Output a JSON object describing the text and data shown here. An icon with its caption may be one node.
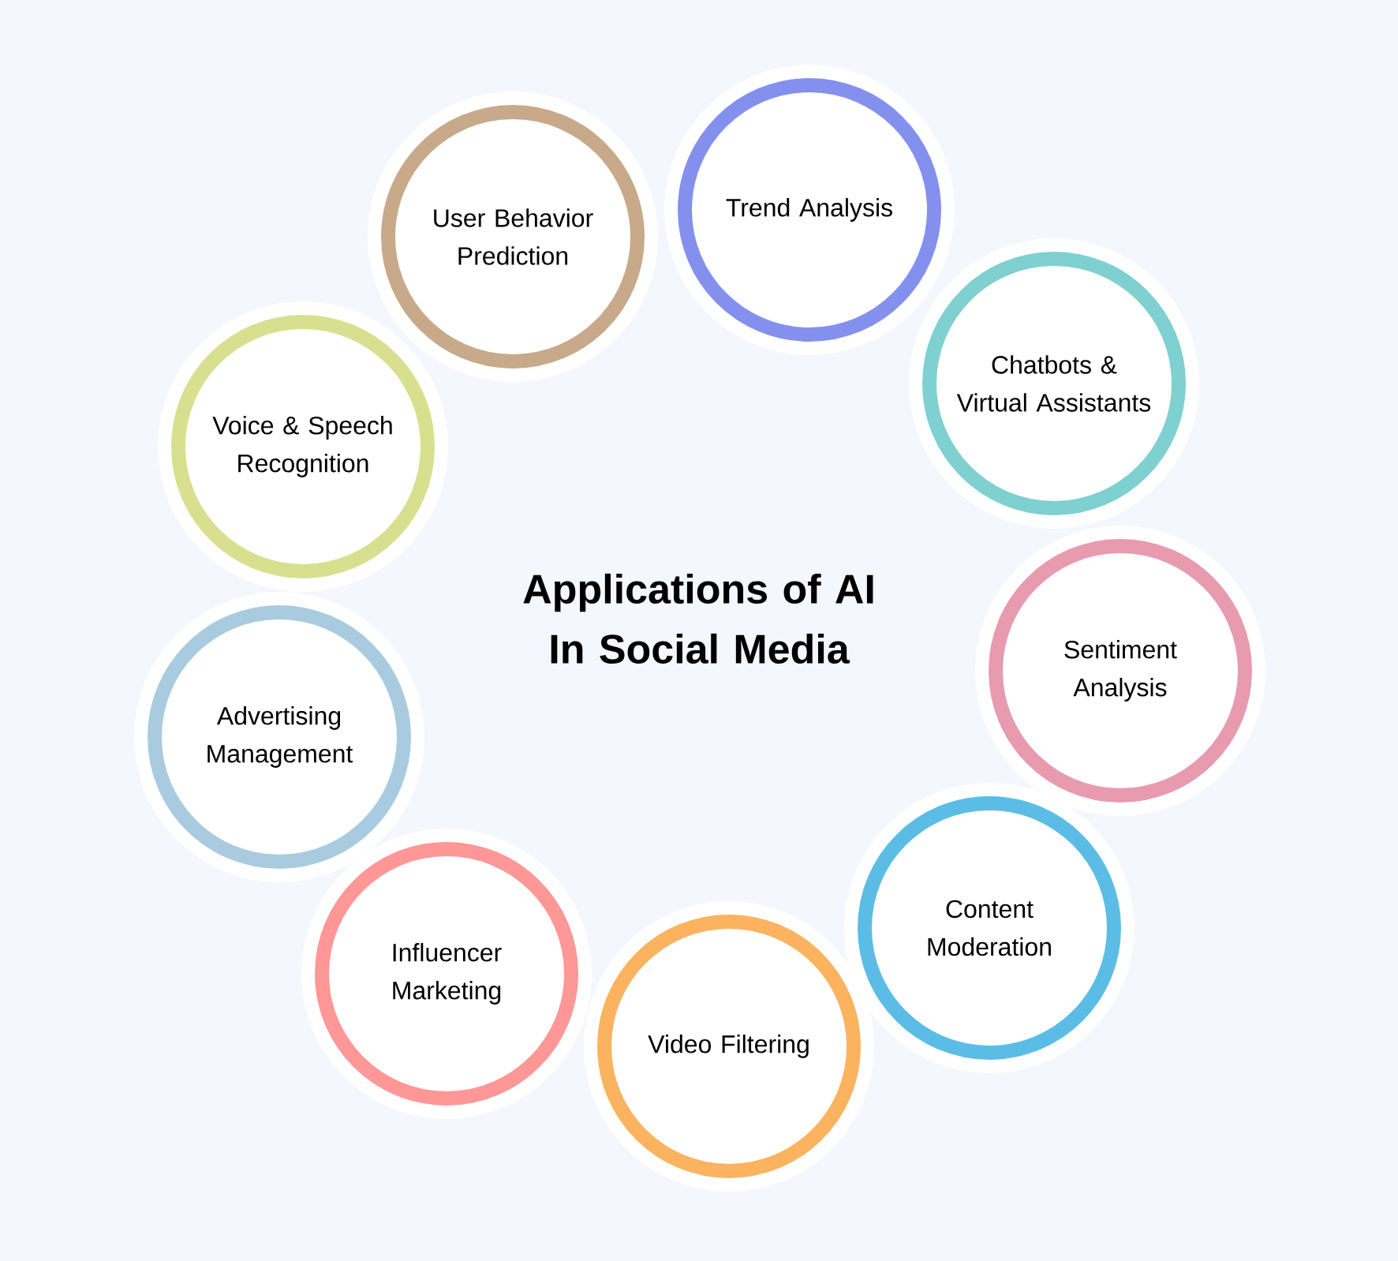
{
  "diagram": {
    "title": "Applications of AI In Social Media",
    "nodes": [
      {
        "text": [
          "Trend Analysis"
        ]
      },
      {
        "text": [
          "User Behavior Prediction"
        ]
      },
      {
        "text": [
          "Chatbots & Virtual Assistants"
        ]
      },
      {
        "text": [
          "Voice & Speech Recognition"
        ]
      },
      {
        "text": [
          "Sentiment Analysis"
        ]
      },
      {
        "text": [
          "Advertising Management"
        ]
      },
      {
        "text": [
          "Content Moderation"
        ]
      },
      {
        "text": [
          "Influencer Marketing"
        ]
      },
      {
        "text": [
          "Video Filtering"
        ]
      }
    ]
  }
}
